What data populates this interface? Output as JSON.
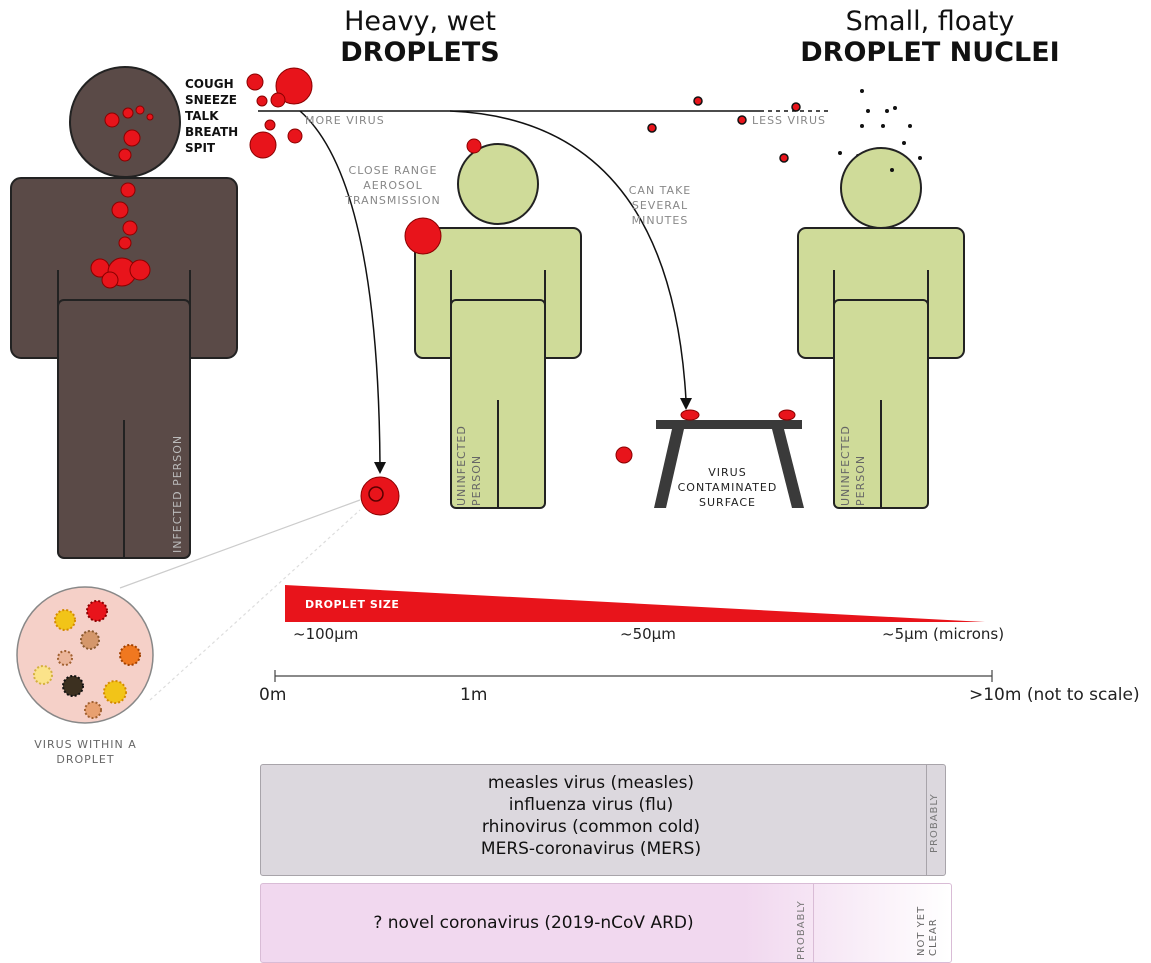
{
  "titles": {
    "left": {
      "line1": "Heavy, wet",
      "line2": "DROPLETS"
    },
    "right": {
      "line1": "Small, floaty",
      "line2": "DROPLET NUCLEI"
    }
  },
  "actions": [
    "COUGH",
    "SNEEZE",
    "TALK",
    "BREATH",
    "SPIT"
  ],
  "annotations": {
    "more_virus": "MORE VIRUS",
    "less_virus": "LESS VIRUS",
    "close_range": [
      "CLOSE RANGE",
      "AEROSOL",
      "TRANSMISSION"
    ],
    "can_take": [
      "CAN TAKE",
      "SEVERAL",
      "MINUTES"
    ],
    "surface": [
      "VIRUS",
      "CONTAMINATED",
      "SURFACE"
    ],
    "virus_within": [
      "VIRUS WITHIN A",
      "DROPLET"
    ]
  },
  "people": {
    "infected": "INFECTED PERSON",
    "uninfected_1": [
      "UNINFECTED",
      "PERSON"
    ],
    "uninfected_2": [
      "UNINFECTED",
      "PERSON"
    ]
  },
  "droplet_size": {
    "label": "DROPLET SIZE",
    "ticks": [
      "~100µm",
      "~50µm",
      "~5µm (microns)"
    ]
  },
  "distance": {
    "ticks": [
      "0m",
      "1m",
      ">10m (not to scale)"
    ]
  },
  "virus_boxes": {
    "known": {
      "items": [
        "measles virus (measles)",
        "influenza virus (flu)",
        "rhinovirus (common cold)",
        "MERS-coronavirus (MERS)"
      ],
      "side_label": "PROBABLY"
    },
    "novel": {
      "item": "? novel coronavirus (2019-nCoV ARD)",
      "side_label": "PROBABLY",
      "unclear_label": [
        "NOT YET",
        "CLEAR"
      ]
    }
  },
  "colors": {
    "infected_body": "#5a4a47",
    "uninfected_body": "#cfdb99",
    "droplet_red": "#e8141b",
    "surface": "#3a3a3a"
  }
}
